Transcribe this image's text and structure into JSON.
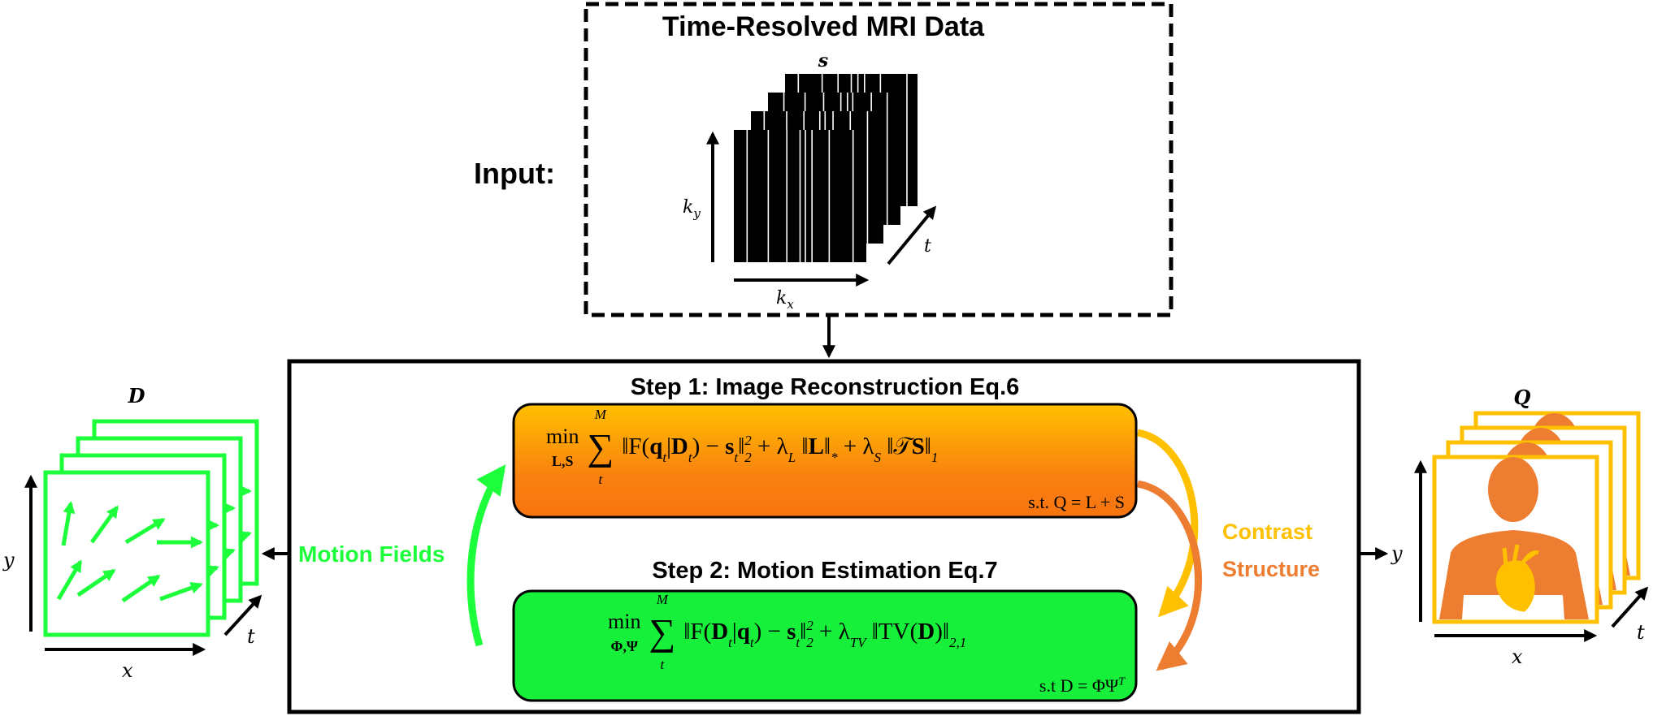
{
  "input": {
    "label": "Input:",
    "title": "Time-Resolved MRI Data",
    "symbol": "s",
    "axis_ky": "k",
    "axis_ky_sub": "y",
    "axis_kx": "k",
    "axis_kx_sub": "x",
    "axis_t": "t"
  },
  "step1": {
    "title": "Step 1: Image Reconstruction Eq.6",
    "min": "min",
    "min_vars": "L,S",
    "sum_top": "M",
    "sum_bottom": "t",
    "terms": [
      {
        "t": "‖F(",
        "b": false
      },
      {
        "t": "q",
        "b": true,
        "sub": "t"
      },
      {
        "t": "|",
        "b": false
      },
      {
        "t": "D",
        "b": true,
        "sub": "t"
      },
      {
        "t": ") − ",
        "b": false
      },
      {
        "t": "s",
        "b": true,
        "sub": "t"
      },
      {
        "t": "‖",
        "b": false,
        "sub": "2",
        "sup": "2"
      },
      {
        "t": " + λ",
        "b": false,
        "sub": "L"
      },
      {
        "t": " ‖",
        "b": false
      },
      {
        "t": "L",
        "b": true
      },
      {
        "t": "‖",
        "b": false,
        "sub": "*"
      },
      {
        "t": " + λ",
        "b": false,
        "sub": "S"
      },
      {
        "t": " ‖𝒯",
        "b": false
      },
      {
        "t": "S",
        "b": true
      },
      {
        "t": "‖",
        "b": false,
        "sub": "1"
      }
    ],
    "constraint": "s.t. Q = L + S"
  },
  "step2": {
    "title": "Step 2: Motion Estimation Eq.7",
    "min": "min",
    "min_vars": "Φ,Ψ",
    "sum_top": "M",
    "sum_bottom": "t",
    "terms": [
      {
        "t": "‖F(",
        "b": false
      },
      {
        "t": "D",
        "b": true,
        "sub": "t"
      },
      {
        "t": "|",
        "b": false
      },
      {
        "t": "q",
        "b": true,
        "sub": "t"
      },
      {
        "t": ") − ",
        "b": false
      },
      {
        "t": "s",
        "b": true,
        "sub": "t"
      },
      {
        "t": "‖",
        "b": false,
        "sub": "2",
        "sup": "2"
      },
      {
        "t": " + λ",
        "b": false,
        "sub": "TV"
      },
      {
        "t": " ‖TV(",
        "b": false
      },
      {
        "t": "D",
        "b": true
      },
      {
        "t": ")‖",
        "b": false,
        "sub": "2,1"
      }
    ],
    "constraint": "s.t D = ΦΨ",
    "constraint_sup": "T"
  },
  "motion": {
    "label": "Motion Fields",
    "symbol": "D",
    "axis_x": "x",
    "axis_y": "y",
    "axis_t": "t"
  },
  "output": {
    "label_contrast": "Contrast",
    "label_structure": "Structure",
    "symbol": "Q",
    "axis_x": "x",
    "axis_y": "y",
    "axis_t": "t"
  },
  "colors": {
    "green": "#1EFF3C",
    "yellow": "#FFC000",
    "orange": "#ED7D31",
    "orange_box_top": "#FFC000",
    "orange_box_bottom": "#F8740F"
  }
}
